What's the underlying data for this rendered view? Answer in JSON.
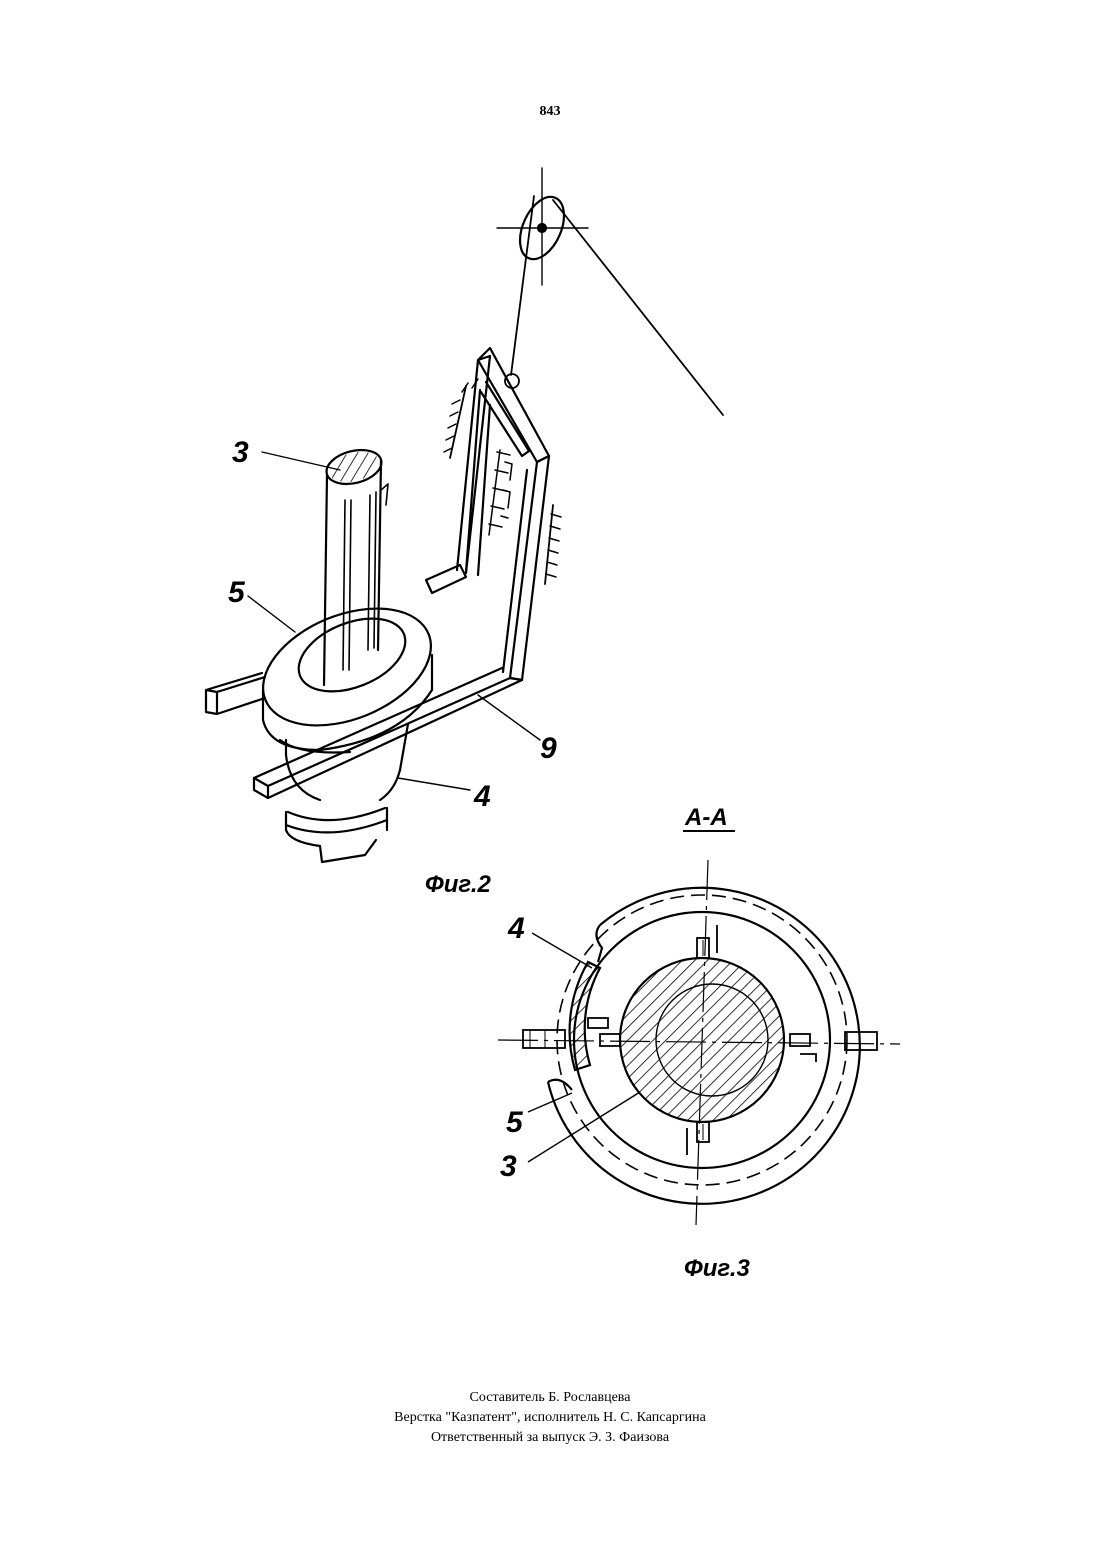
{
  "page_number": "843",
  "figure2": {
    "caption": "Фиг.2",
    "labels": {
      "shaft": "3",
      "ring": "5",
      "frame": "9",
      "hub": "4"
    }
  },
  "figure3": {
    "section_label": "А-А",
    "caption": "Фиг.3",
    "labels": {
      "hub": "4",
      "ring": "5",
      "shaft": "3"
    }
  },
  "credits": {
    "compiler": "Составитель  Б. Рославцева",
    "layout": "Верстка \"Казпатент\", исполнитель Н. С. Капсаргина",
    "responsible": "Ответственный за выпуск Э. З. Фаизова"
  }
}
